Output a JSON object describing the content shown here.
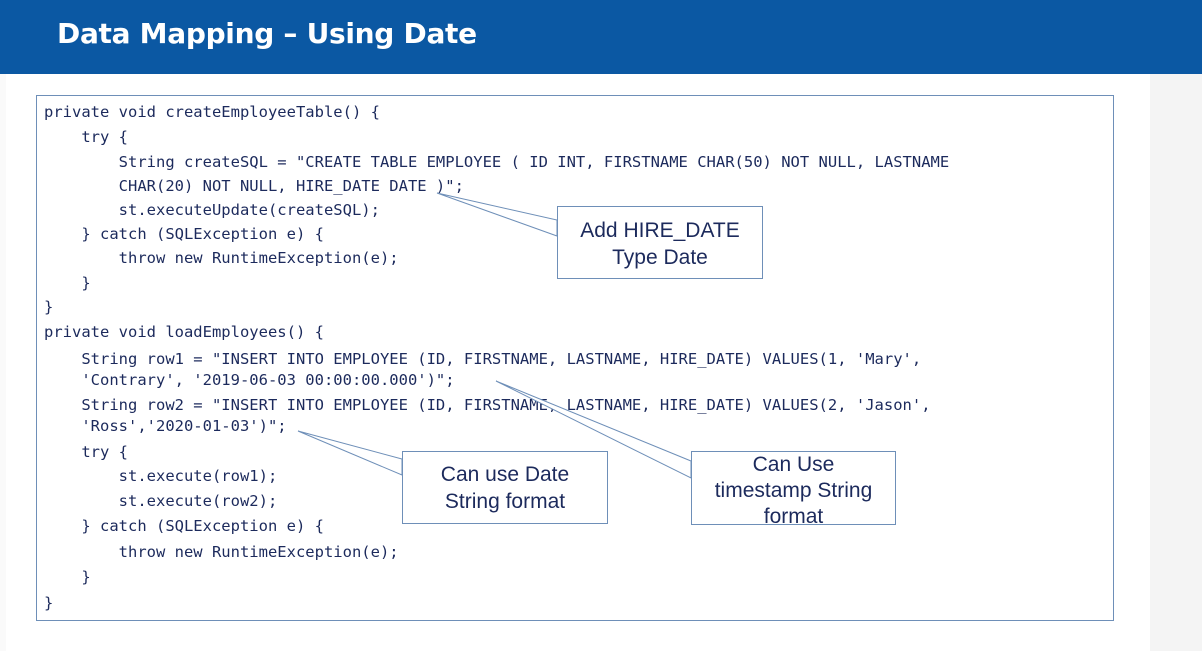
{
  "slide": {
    "title": "Data Mapping – Using Date"
  },
  "code": {
    "lines": [
      "private void createEmployeeTable() {",
      "    try {",
      "        String createSQL = \"CREATE TABLE EMPLOYEE ( ID INT, FIRSTNAME CHAR(50) NOT NULL, LASTNAME",
      "        CHAR(20) NOT NULL, HIRE_DATE DATE )\";",
      "        st.executeUpdate(createSQL);",
      "    } catch (SQLException e) {",
      "        throw new RuntimeException(e);",
      "    }",
      "}",
      "private void loadEmployees() {",
      "    String row1 = \"INSERT INTO EMPLOYEE (ID, FIRSTNAME, LASTNAME, HIRE_DATE) VALUES(1, 'Mary',",
      "    'Contrary', '2019-06-03 00:00:00.000')\";",
      "    String row2 = \"INSERT INTO EMPLOYEE (ID, FIRSTNAME, LASTNAME, HIRE_DATE) VALUES(2, 'Jason',",
      "    'Ross','2020-01-03')\";",
      "    try {",
      "        st.execute(row1);",
      "        st.execute(row2);",
      "    } catch (SQLException e) {",
      "        throw new RuntimeException(e);",
      "    }",
      "}"
    ]
  },
  "callouts": {
    "hire_date": {
      "line1": "Add HIRE_DATE",
      "line2": "Type Date"
    },
    "date_string": {
      "line1": "Can use Date",
      "line2": "String format"
    },
    "timestamp_string": {
      "line1": "Can Use",
      "line2": "timestamp String",
      "line3": "format"
    }
  },
  "colors": {
    "header_bg": "#0b58a3",
    "header_text": "#ffffff",
    "code_text": "#1c2a5c",
    "border": "#6e8fb8"
  }
}
